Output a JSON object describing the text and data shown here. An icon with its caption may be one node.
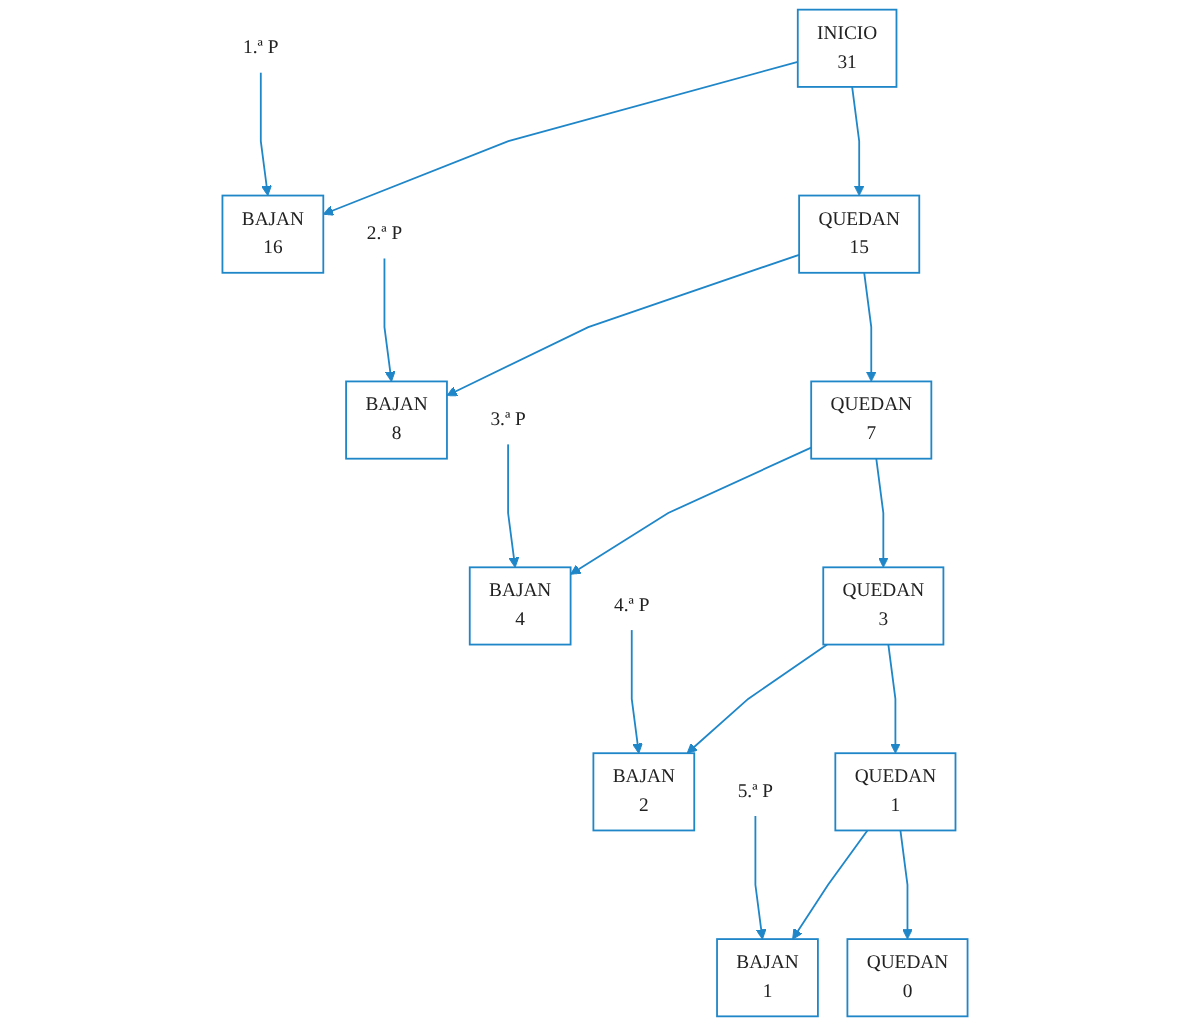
{
  "diagram": {
    "nodes": [
      {
        "text": [
          "INICIO",
          "31"
        ]
      },
      {
        "text": [
          "1.ª P"
        ]
      },
      {
        "text": [
          "BAJAN",
          "16"
        ]
      },
      {
        "text": [
          "QUEDAN",
          "15"
        ]
      },
      {
        "text": [
          "2.ª P"
        ]
      },
      {
        "text": [
          "BAJAN",
          "8"
        ]
      },
      {
        "text": [
          "QUEDAN",
          "7"
        ]
      },
      {
        "text": [
          "3.ª P"
        ]
      },
      {
        "text": [
          "BAJAN",
          "4"
        ]
      },
      {
        "text": [
          "QUEDAN",
          "3"
        ]
      },
      {
        "text": [
          "4.ª P"
        ]
      },
      {
        "text": [
          "BAJAN",
          "2"
        ]
      },
      {
        "text": [
          "QUEDAN",
          "1"
        ]
      },
      {
        "text": [
          "5.ª P"
        ]
      },
      {
        "text": [
          "BAJAN",
          "1"
        ]
      },
      {
        "text": [
          "QUEDAN",
          "0"
        ]
      }
    ],
    "edges": [
      {
        "from": 0,
        "to": 2,
        "arrow": "to"
      },
      {
        "from": 0,
        "to": 3,
        "arrow": "to"
      },
      {
        "from": 1,
        "to": 2,
        "arrow": "to"
      },
      {
        "from": 3,
        "to": 5,
        "arrow": "to"
      },
      {
        "from": 3,
        "to": 6,
        "arrow": "to"
      },
      {
        "from": 4,
        "to": 5,
        "arrow": "to"
      },
      {
        "from": 6,
        "to": 8,
        "arrow": "to"
      },
      {
        "from": 6,
        "to": 9,
        "arrow": "to"
      },
      {
        "from": 7,
        "to": 8,
        "arrow": "to"
      },
      {
        "from": 9,
        "to": 11,
        "arrow": "to"
      },
      {
        "from": 9,
        "to": 12,
        "arrow": "to"
      },
      {
        "from": 10,
        "to": 11,
        "arrow": "to"
      },
      {
        "from": 12,
        "to": 14,
        "arrow": "to"
      },
      {
        "from": 12,
        "to": 15,
        "arrow": "to"
      },
      {
        "from": 13,
        "to": 14,
        "arrow": "to"
      }
    ]
  }
}
